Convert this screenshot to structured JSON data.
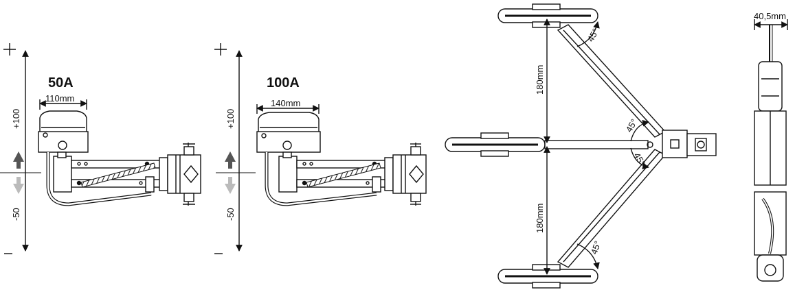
{
  "diagram": {
    "views": [
      {
        "id": "view-50a",
        "title": "50A",
        "width_label": "110mm",
        "up_label": "+100",
        "down_label": "-50",
        "plus_sign": "+",
        "minus_sign": "–"
      },
      {
        "id": "view-100a",
        "title": "100A",
        "width_label": "140mm",
        "up_label": "+100",
        "down_label": "-50",
        "plus_sign": "+",
        "minus_sign": "–"
      }
    ],
    "top_view": {
      "upper_span_label": "180mm",
      "lower_span_label": "180mm",
      "angle_labels": [
        "45°",
        "45°",
        "45°",
        "45°"
      ]
    },
    "side_view": {
      "width_label": "40,5mm"
    },
    "colors": {
      "line": "#111111",
      "arrow_up": "#555555",
      "arrow_down": "#bbbbbb",
      "fill": "#ffffff",
      "spring": "#222222"
    }
  }
}
